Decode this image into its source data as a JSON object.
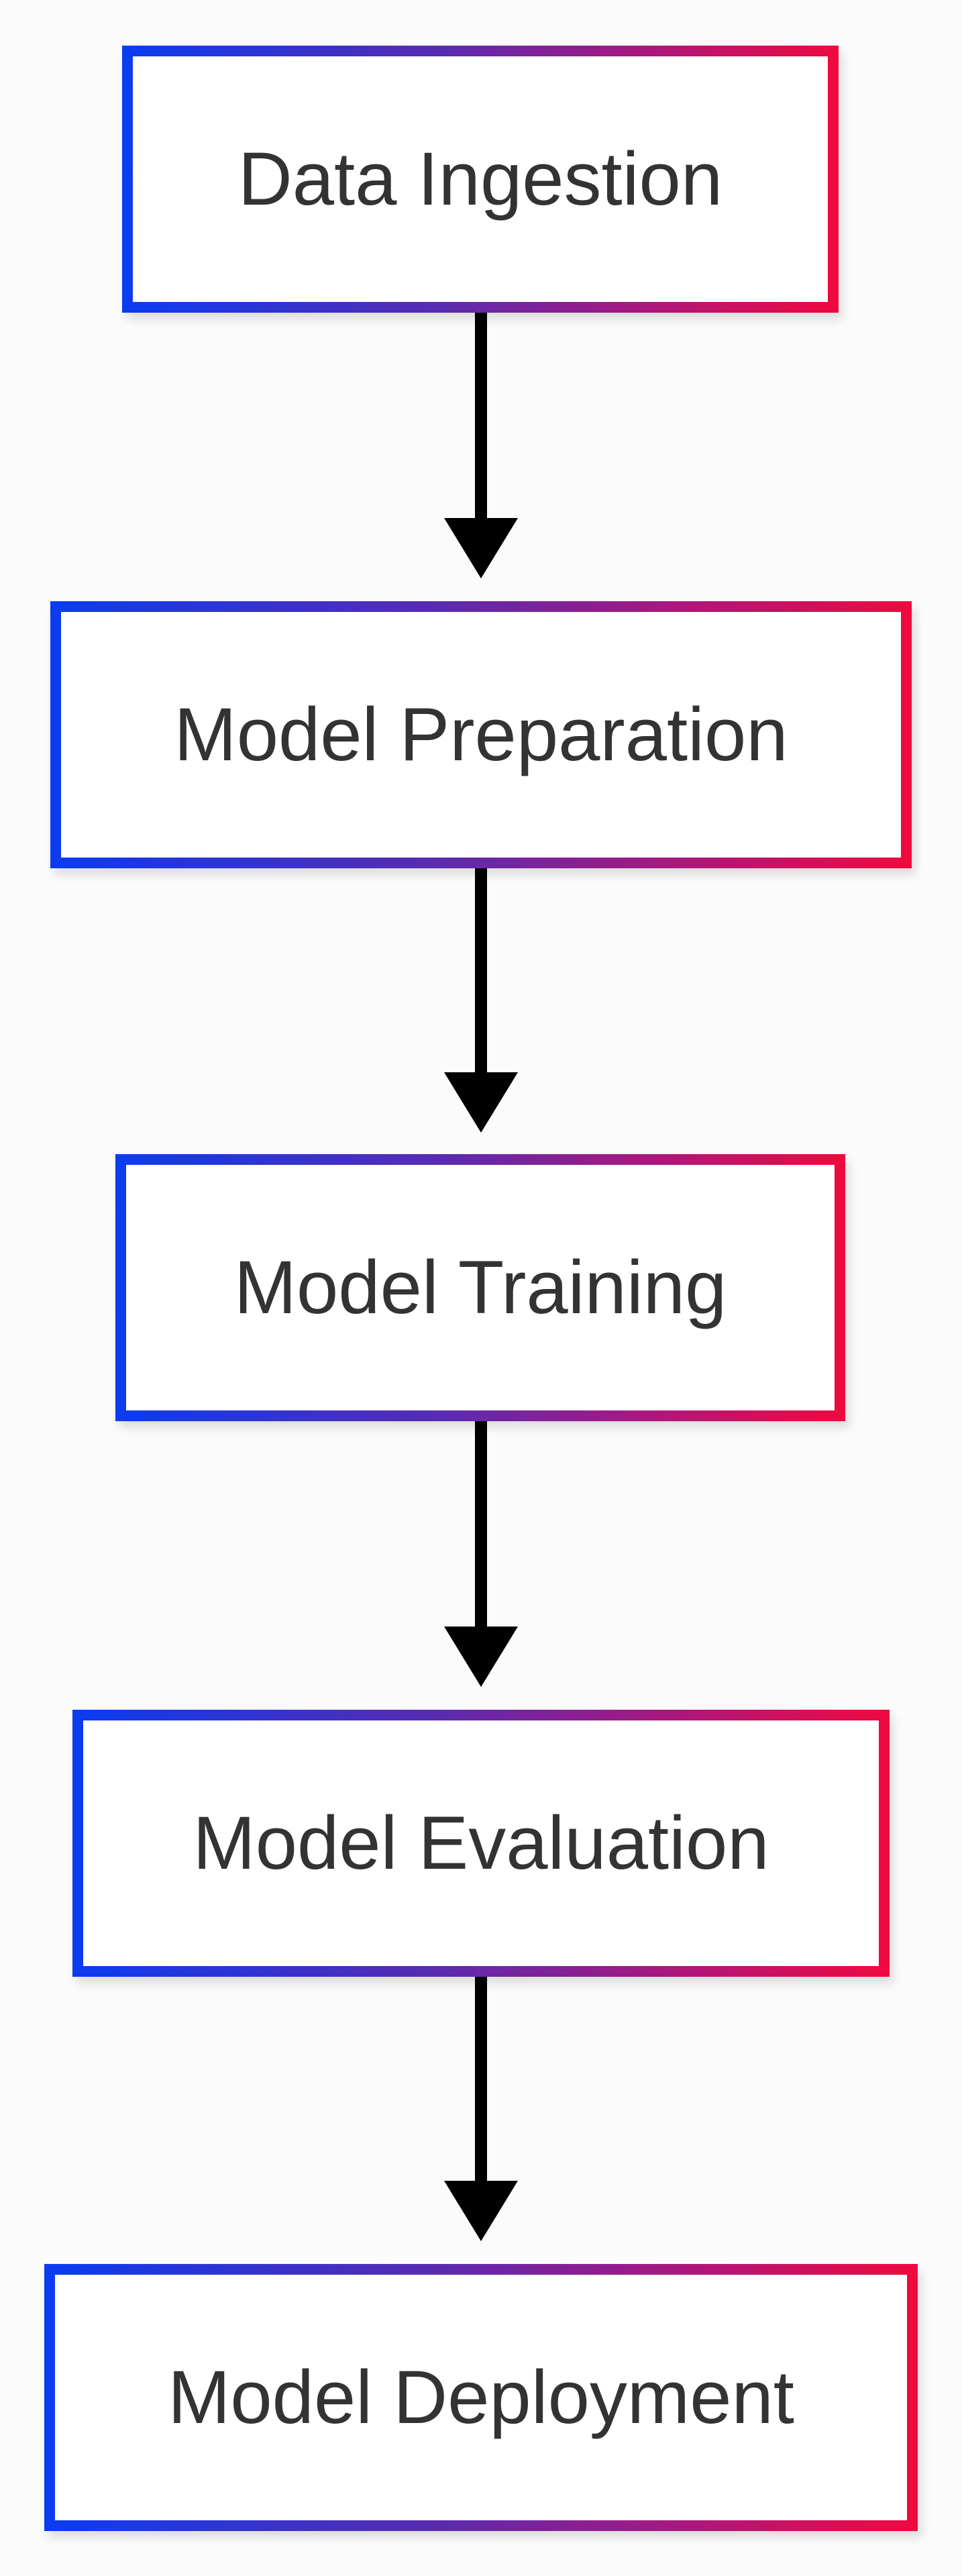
{
  "diagram": {
    "nodes": [
      {
        "id": "n1",
        "label": "Data Ingestion"
      },
      {
        "id": "n2",
        "label": "Model Preparation"
      },
      {
        "id": "n3",
        "label": "Model Training"
      },
      {
        "id": "n4",
        "label": "Model Evaluation"
      },
      {
        "id": "n5",
        "label": "Model Deployment"
      }
    ],
    "edges": [
      {
        "from": "n1",
        "to": "n2"
      },
      {
        "from": "n2",
        "to": "n3"
      },
      {
        "from": "n3",
        "to": "n4"
      },
      {
        "from": "n4",
        "to": "n5"
      }
    ],
    "colors": {
      "gradient_start": "#0a3cf0",
      "gradient_end": "#ef0a3e",
      "text": "#333333",
      "arrow": "#000000",
      "background": "#fbfbfb"
    }
  }
}
